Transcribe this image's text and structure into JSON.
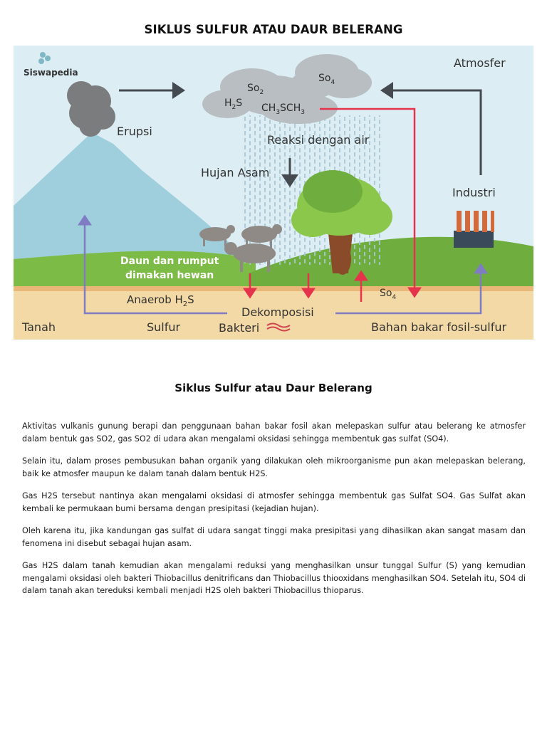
{
  "page_title": "SIKLUS SULFUR ATAU DAUR BELERANG",
  "diagram": {
    "brand": "Siswapedia",
    "labels": {
      "atmosfer": "Atmosfer",
      "erupsi": "Erupsi",
      "reaksi": "Reaksi dengan air",
      "hujan_asam": "Hujan Asam",
      "industri": "Industri",
      "daun_line1": "Daun dan rumput",
      "daun_line2": "dimakan hewan",
      "anaerob": "Anaerob H",
      "anaerob_sub": "2",
      "anaerob_tail": "S",
      "dekomposisi": "Dekomposisi",
      "tanah": "Tanah",
      "sulfur": "Sulfur",
      "bakteri": "Bakteri",
      "bahan_bakar": "Bahan bakar fosil-sulfur",
      "so4_ground": "So",
      "so4_ground_sub": "4"
    },
    "gases": {
      "so2": "So",
      "so2_sub": "2",
      "so4": "So",
      "so4_sub": "4",
      "h2s_a": "H",
      "h2s_sub": "2",
      "h2s_b": "S",
      "ch3_a": "CH",
      "ch3_sub1": "3",
      "ch3_b": "SCH",
      "ch3_sub2": "3"
    },
    "colors": {
      "sky": "#dceef4",
      "mountain": "#9fcfdc",
      "grass": "#7dbb47",
      "soil": "#f3d9a5",
      "cloud": "#b9bec2",
      "red_arrow": "#e5334b",
      "purple_arrow": "#7f7cc4",
      "dark_arrow": "#444a4f"
    }
  },
  "section_title": "Siklus Sulfur atau Daur Belerang",
  "paragraphs": [
    "Aktivitas vulkanis gunung berapi dan penggunaan bahan bakar fosil akan melepaskan sulfur atau belerang ke atmosfer dalam bentuk gas SO2, gas SO2 di udara akan mengalami oksidasi sehingga membentuk gas sulfat (SO4).",
    "Selain itu, dalam proses pembusukan bahan organik yang dilakukan oleh mikroorganisme pun akan melepaskan belerang, baik ke atmosfer maupun ke dalam tanah dalam bentuk H2S.",
    "Gas H2S tersebut nantinya akan mengalami oksidasi di atmosfer sehingga membentuk gas Sulfat SO4. Gas Sulfat akan kembali ke permukaan bumi bersama dengan presipitasi (kejadian hujan).",
    "Oleh karena itu, jika kandungan gas sulfat di udara sangat tinggi maka presipitasi yang dihasilkan akan sangat masam dan fenomena ini disebut sebagai hujan asam.",
    "Gas H2S dalam tanah kemudian akan mengalami reduksi yang menghasilkan unsur tunggal Sulfur (S) yang kemudian mengalami oksidasi oleh bakteri Thiobacillus denitrificans dan Thiobacillus thiooxidans menghasilkan SO4. Setelah itu, SO4 di dalam tanah akan tereduksi kembali menjadi H2S oleh bakteri Thiobacillus thioparus."
  ]
}
